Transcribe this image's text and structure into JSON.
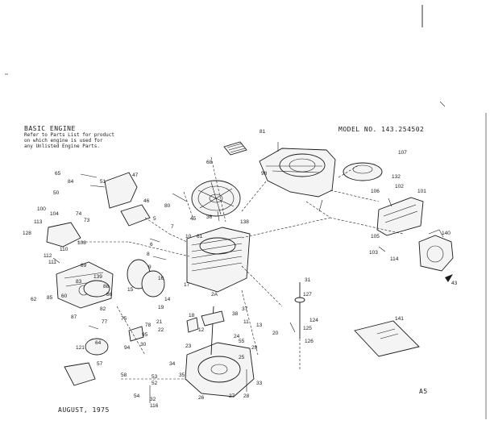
{
  "header": {
    "title": "BASIC ENGINE",
    "note_lines": [
      "Refer to Parts List for product",
      "on which engine is used for",
      "any Unlisted Engine Parts."
    ],
    "model": "MODEL NO. 143.254502"
  },
  "footer": {
    "date": "AUGUST, 1975",
    "page_code": "A5"
  },
  "callouts": [
    "81",
    "68",
    "98",
    "107",
    "132",
    "106",
    "102",
    "101",
    "140",
    "105",
    "103",
    "114",
    "43",
    "47",
    "51",
    "65",
    "84",
    "50",
    "100",
    "104",
    "74",
    "73",
    "46",
    "5",
    "6",
    "7",
    "8",
    "9",
    "10",
    "138",
    "80",
    "45",
    "36",
    "61",
    "113",
    "128",
    "112",
    "111",
    "110",
    "108",
    "60",
    "89",
    "62",
    "85",
    "86",
    "87",
    "82",
    "83",
    "139",
    "88",
    "15",
    "16",
    "14",
    "17",
    "18",
    "19",
    "21",
    "22",
    "12",
    "2A",
    "11",
    "37",
    "38",
    "13",
    "20",
    "125",
    "124",
    "31",
    "127",
    "126",
    "141",
    "77",
    "64",
    "94",
    "95",
    "75",
    "78",
    "30",
    "121",
    "57",
    "58",
    "53",
    "52",
    "54",
    "32",
    "116",
    "34",
    "35",
    "23",
    "25",
    "26",
    "27",
    "28",
    "24",
    "55",
    "29",
    "33"
  ]
}
